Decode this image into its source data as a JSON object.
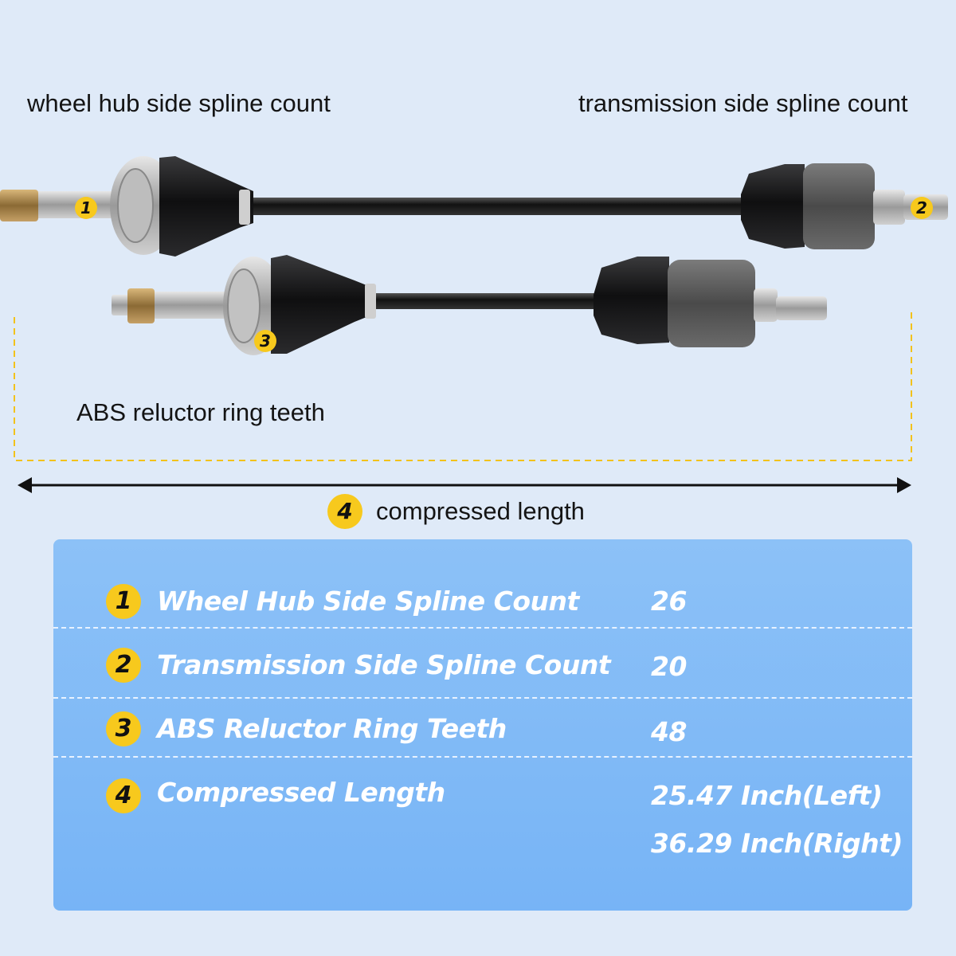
{
  "labels": {
    "wheel_hub": "wheel hub side spline count",
    "transmission": "transmission side spline count",
    "abs": "ABS reluctor ring teeth",
    "compressed": "compressed length"
  },
  "callouts": [
    "1",
    "2",
    "3",
    "4"
  ],
  "spec_table": {
    "rows": [
      {
        "num": "1",
        "name": "Wheel Hub Side Spline Count",
        "values": [
          "26"
        ]
      },
      {
        "num": "2",
        "name": "Transmission Side Spline Count",
        "values": [
          "20"
        ]
      },
      {
        "num": "3",
        "name": "ABS Reluctor Ring Teeth",
        "values": [
          "48"
        ]
      },
      {
        "num": "4",
        "name": "Compressed Length",
        "values": [
          "25.47 Inch(Left)",
          "36.29 Inch(Right)"
        ]
      }
    ]
  },
  "colors": {
    "background": "#dfeaf8",
    "panel": "#7fb8f6",
    "badge": "#f7c91d",
    "dashed_bracket": "#f2c21a",
    "text_white": "#ffffff"
  }
}
